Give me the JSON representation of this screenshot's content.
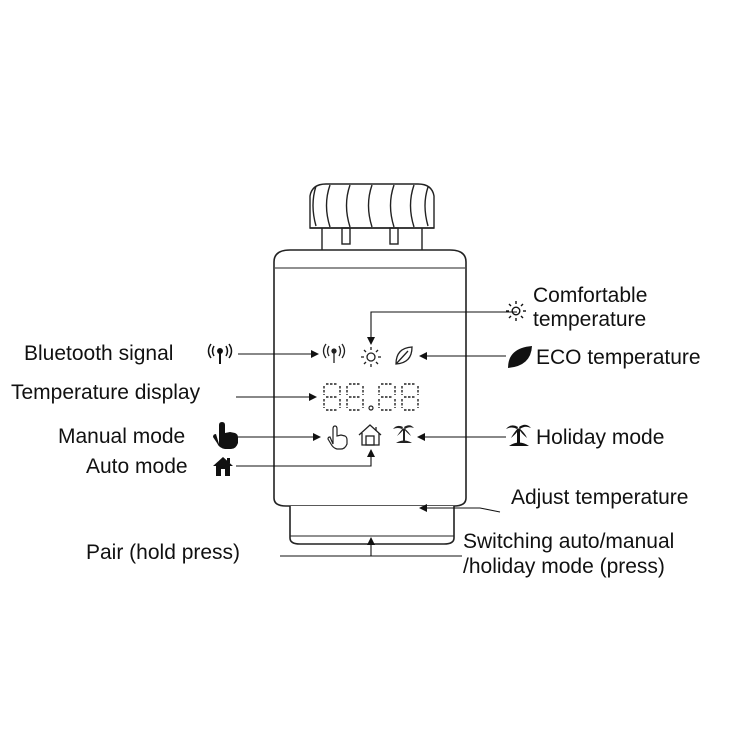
{
  "labels": {
    "bluetooth": "Bluetooth signal",
    "temperature_display": "Temperature display",
    "manual_mode": "Manual mode",
    "auto_mode": "Auto mode",
    "comfortable_line1": "Comfortable",
    "comfortable_line2": "temperature",
    "eco": "ECO temperature",
    "holiday": "Holiday mode",
    "adjust": "Adjust temperature",
    "pair": "Pair (hold press)",
    "switching_line1": "Switching auto/manual",
    "switching_line2": "/holiday mode (press)"
  },
  "display": {
    "digits": "88.88"
  },
  "icons": [
    "bluetooth-icon",
    "sun-icon",
    "leaf-icon",
    "hand-icon",
    "house-icon",
    "palm-tree-icon"
  ],
  "colors": {
    "ink": "#111111",
    "stroke": "#222222",
    "background": "#ffffff"
  }
}
